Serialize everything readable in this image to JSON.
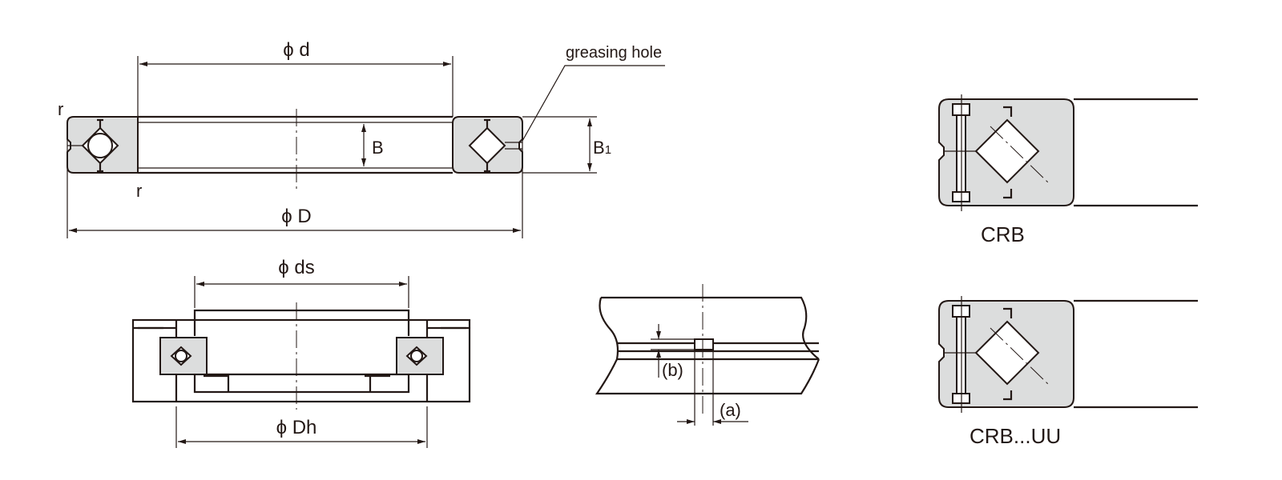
{
  "main_section": {
    "dim_d": "ϕ d",
    "dim_D": "ϕ D",
    "dim_B": "B",
    "dim_B1_main": "B",
    "dim_B1_sub": "1",
    "radius_top": "r",
    "radius_bottom": "r",
    "greasing_hole_label": "greasing hole"
  },
  "mounting_section": {
    "dim_ds": "ϕ ds",
    "dim_Dh": "ϕ Dh"
  },
  "detail_view": {
    "dim_a": "(a)",
    "dim_b": "(b)"
  },
  "variants": [
    {
      "label": "CRB"
    },
    {
      "label": "CRB...UU"
    }
  ],
  "colors": {
    "line": "#231815",
    "section_fill": "#dcdddd"
  }
}
